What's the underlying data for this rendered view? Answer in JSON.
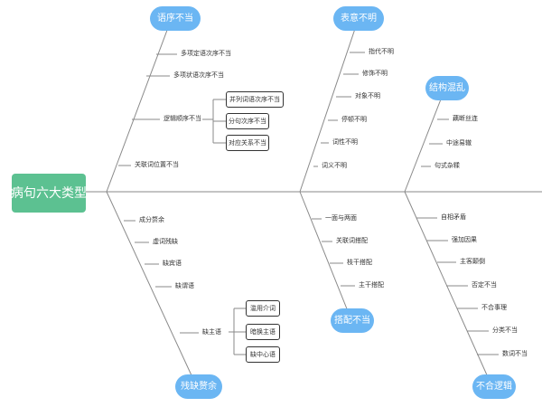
{
  "root": "病句六大类型",
  "categories": {
    "order": "语序不当",
    "unclear": "表意不明",
    "structure": "结构混乱",
    "missing": "残缺赘余",
    "collocation": "搭配不当",
    "logic": "不合逻辑"
  },
  "order": {
    "leaves": [
      "多项定语次序不当",
      "多项状语次序不当",
      "逻辑顺序不当",
      "关联词位置不当"
    ],
    "sub": [
      "并列词语次序不当",
      "分句次序不当",
      "对应关系不当"
    ]
  },
  "unclear": {
    "leaves": [
      "指代不明",
      "修饰不明",
      "对象不明",
      "停顿不明",
      "词性不明",
      "词义不明"
    ]
  },
  "structure": {
    "leaves": [
      "藕断丝连",
      "中途易辙",
      "句式杂糅"
    ]
  },
  "missing": {
    "leaves": [
      "成分赘余",
      "虚词残缺",
      "缺宾语",
      "缺谓语",
      "缺主语"
    ],
    "sub": [
      "滥用介词",
      "暗换主语",
      "缺中心语"
    ]
  },
  "collocation": {
    "leaves": [
      "一面与两面",
      "关联词搭配",
      "枝干搭配",
      "主干搭配"
    ]
  },
  "logic": {
    "leaves": [
      "自相矛盾",
      "强加因果",
      "主客颠倒",
      "否定不当",
      "不合事理",
      "分类不当",
      "数词不当"
    ]
  }
}
